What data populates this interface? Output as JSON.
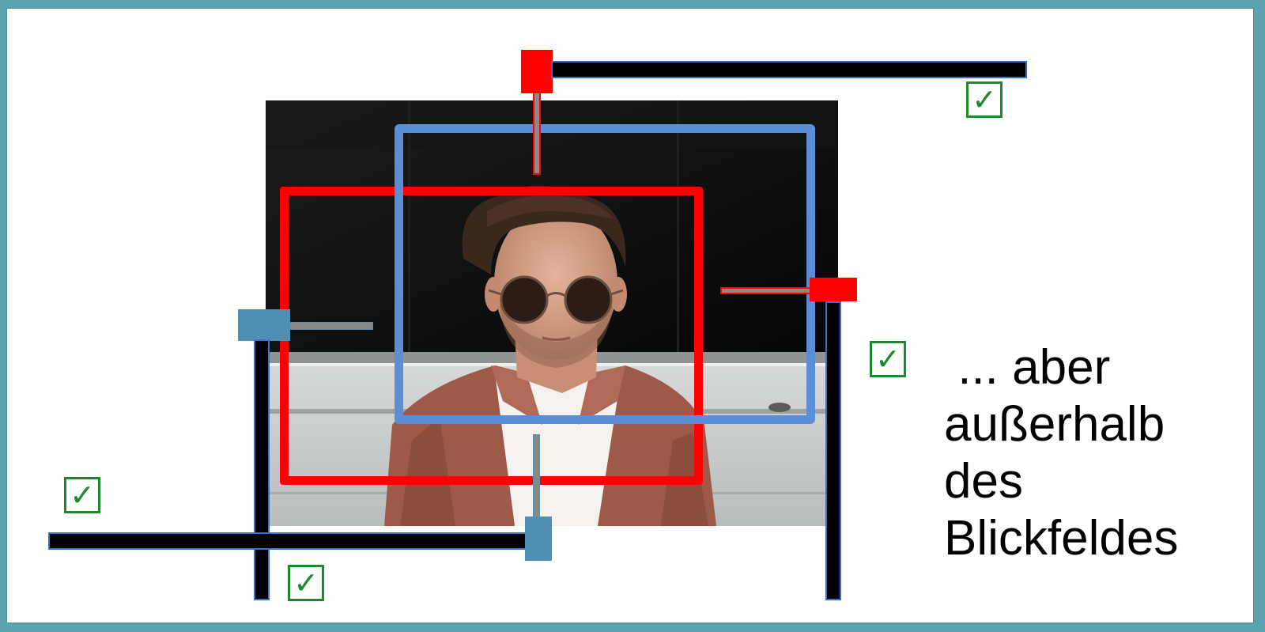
{
  "slide": {
    "background": "#ffffff",
    "border_color": "#5ba3b0"
  },
  "photo": {
    "subject": "man with sunglasses and brown shirt in front of dark window"
  },
  "frames": {
    "red_color": "#ff0000",
    "blue_color": "#5a8fd6"
  },
  "bars": {
    "color": "#000000",
    "outline": "#3d6fc2"
  },
  "handles": {
    "red": "#ff0000",
    "teal": "#4f8fb4"
  },
  "checkmark": {
    "glyph": "✓",
    "color": "#1b8a2b"
  },
  "caption": {
    "line1": " ... aber",
    "line2": "außerhalb",
    "line3": "des",
    "line4": "Blickfeldes"
  }
}
